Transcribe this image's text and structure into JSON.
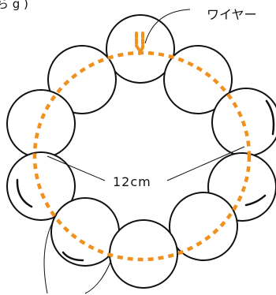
{
  "header": {
    "top_left_fragment": "ら g )"
  },
  "labels": {
    "wire": "ワイヤー",
    "diameter": "12cm"
  },
  "colors": {
    "wire": "#f0911f",
    "outline": "#111111"
  }
}
